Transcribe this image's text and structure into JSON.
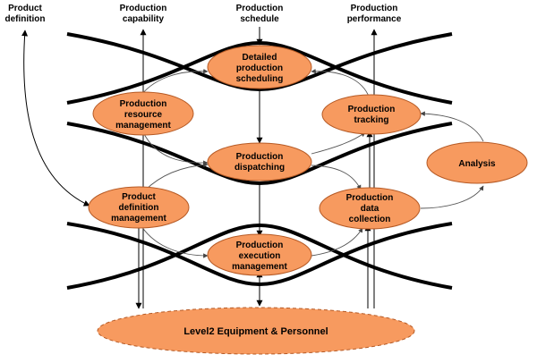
{
  "header_labels": {
    "product_definition": [
      "Product",
      "definition"
    ],
    "production_capability": [
      "Production",
      "capability"
    ],
    "production_schedule": [
      "Production",
      "schedule"
    ],
    "production_performance": [
      "Production",
      "performance"
    ]
  },
  "nodes": {
    "detailed_scheduling": [
      "Detailed",
      "production",
      "scheduling"
    ],
    "resource_management": [
      "Production",
      "resource",
      "management"
    ],
    "tracking": [
      "Production",
      "tracking"
    ],
    "dispatching": [
      "Production",
      "dispatching"
    ],
    "analysis": [
      "Analysis"
    ],
    "definition_management": [
      "Product",
      "definition",
      "management"
    ],
    "data_collection": [
      "Production",
      "data",
      "collection"
    ],
    "execution_management": [
      "Production",
      "execution",
      "management"
    ],
    "level2": [
      "Level2 Equipment & Personnel"
    ]
  },
  "colors": {
    "node_fill": "#f79a5f",
    "node_stroke": "#b65a25",
    "band_line": "#000000"
  }
}
